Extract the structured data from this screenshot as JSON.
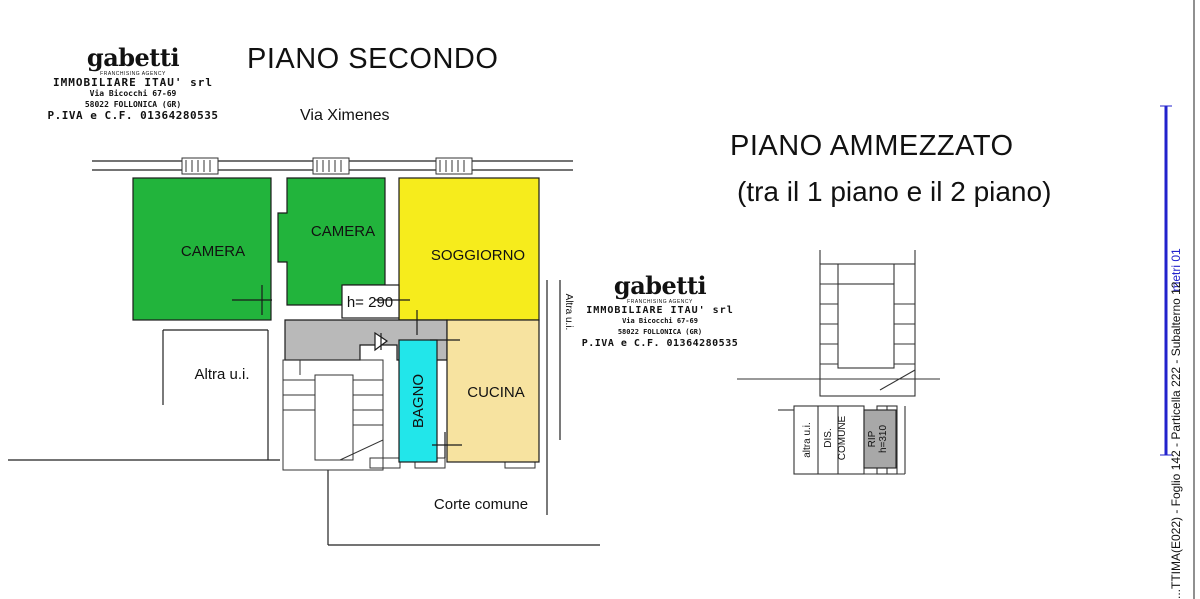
{
  "logo": {
    "brand": "gabetti",
    "tagline": "FRANCHISING AGENCY",
    "company": "IMMOBILIARE ITAU' srl",
    "address": "Via Bicocchi 67-69",
    "city": "58022 FOLLONICA (GR)",
    "vat": "P.IVA e C.F. 01364280535"
  },
  "plan_second": {
    "title": "PIANO SECONDO",
    "street": "Via Ximenes",
    "rooms": {
      "camera1": "CAMERA",
      "camera2": "CAMERA",
      "soggiorno": "SOGGIORNO",
      "height": "h= 290",
      "bagno": "BAGNO",
      "cucina": "CUCINA"
    },
    "other_unit": "Altra u.i.",
    "side_unit": "Altra u.i.",
    "courtyard": "Corte comune"
  },
  "plan_mezzanine": {
    "title": "PIANO AMMEZZATO",
    "subtitle": "(tra il 1 piano e il 2 piano)",
    "labels": {
      "other_unit": "altra u.i.",
      "dis": "DIS.",
      "comune": "COMUNE",
      "rip": "RIP",
      "height": "h=310"
    }
  },
  "side_strip": {
    "text": "...TTIMA(E022) - Foglio 142 - Particella 222 - Subalterno 12",
    "scale_label": "metri 01"
  },
  "colors": {
    "camera": "#22b43c",
    "soggiorno": "#f6ec1c",
    "cucina": "#f7e3a0",
    "bagno": "#22e6ea",
    "hall": "#b9b9b9",
    "rip": "#a8a8a8",
    "scale_bar": "#2222cc"
  }
}
